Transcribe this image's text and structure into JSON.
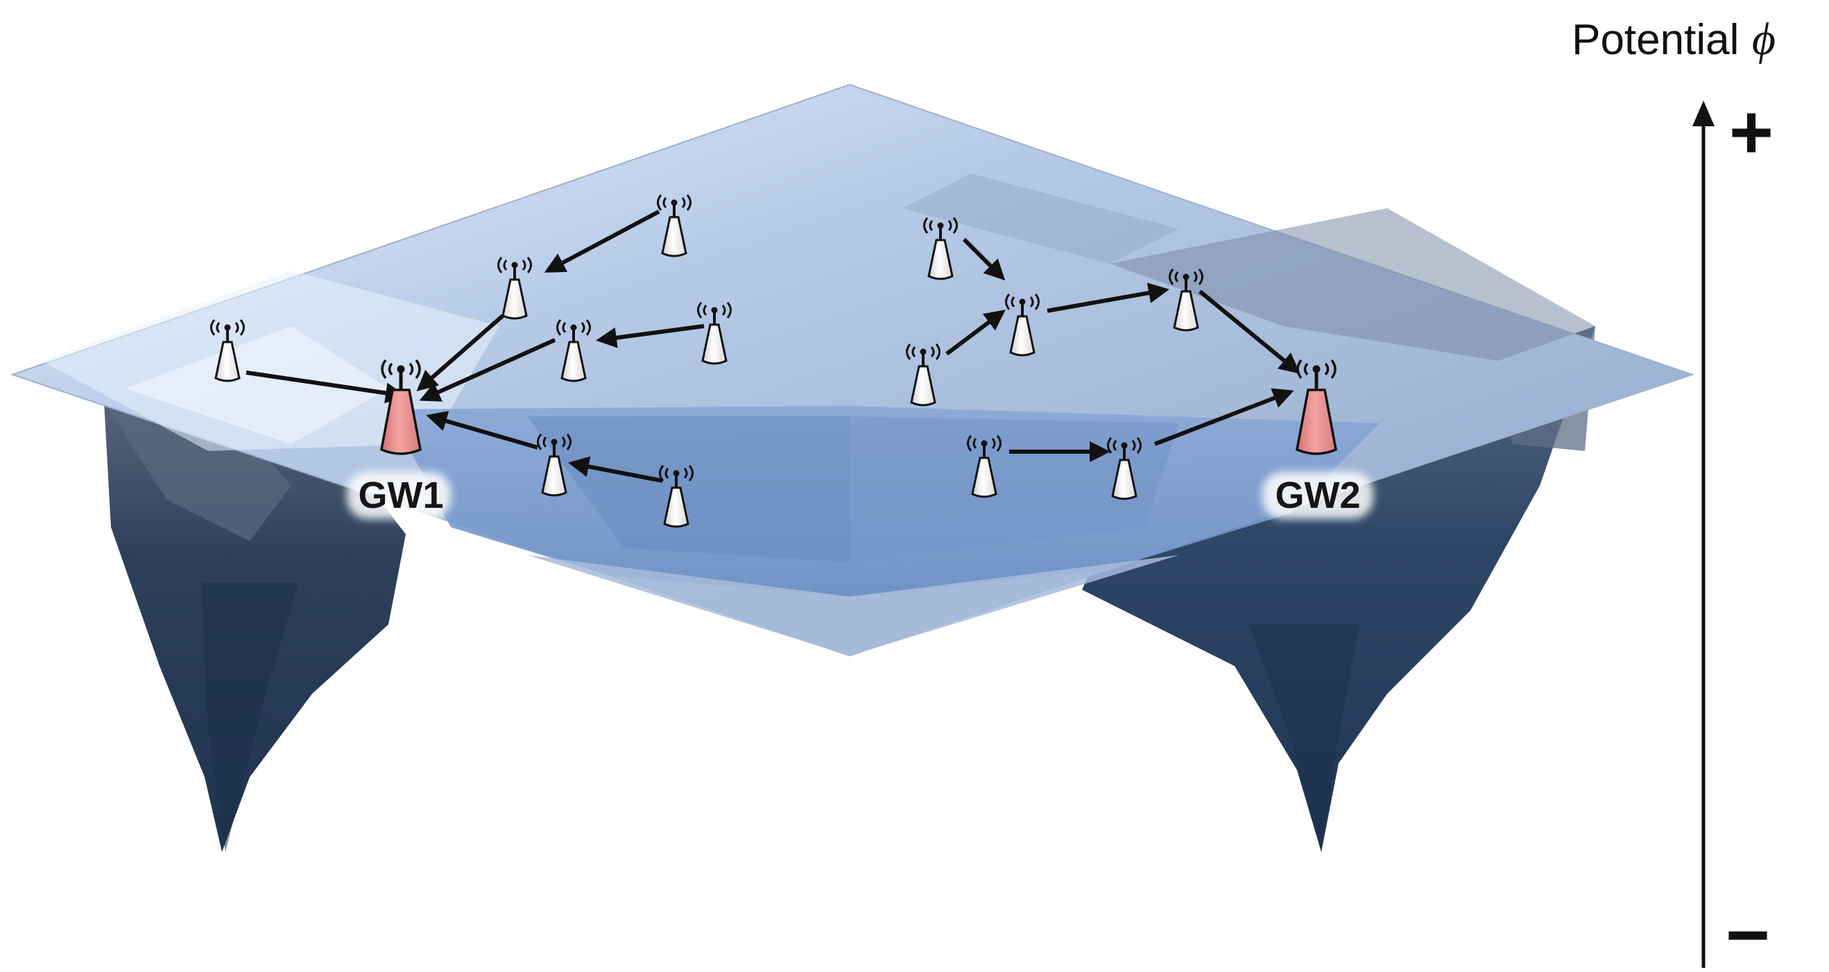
{
  "axis": {
    "title": "Potential",
    "symbol": "ϕ",
    "plus": "+",
    "minus": "−"
  },
  "gateways": [
    {
      "id": "gw1",
      "label": "GW1"
    },
    {
      "id": "gw2",
      "label": "GW2"
    }
  ],
  "colors": {
    "surface_top": "#a9bddd",
    "surface_light": "#d5e3f6",
    "surface_mid": "#7f9fcf",
    "well_dark": "#243a59",
    "gateway": "#e98a8a",
    "node": "#ffffff",
    "arrow": "#111111"
  }
}
